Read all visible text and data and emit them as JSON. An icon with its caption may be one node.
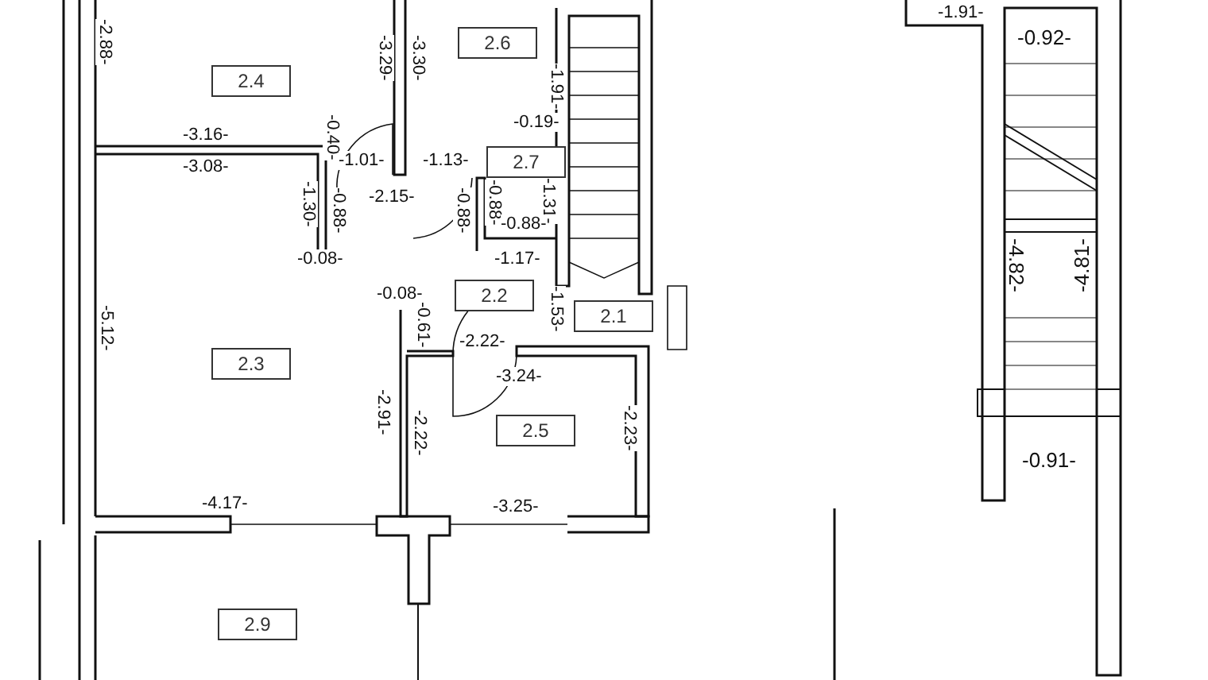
{
  "diagram": {
    "nodes": [
      {
        "text": [
          "2.4"
        ]
      },
      {
        "text": [
          "2.6"
        ]
      },
      {
        "text": [
          "2.7"
        ]
      },
      {
        "text": [
          "2.2"
        ]
      },
      {
        "text": [
          "2.1"
        ]
      },
      {
        "text": [
          "2.3"
        ]
      },
      {
        "text": [
          "2.5"
        ]
      },
      {
        "text": [
          "2.9"
        ]
      }
    ],
    "edges": [],
    "labels": [
      "-2.88-",
      "-3.29-",
      "-3.30-",
      "-1.91-",
      "-0.92-",
      "-1.91-",
      "-0.19-",
      "-3.16-",
      "-0.40-",
      "-3.08-",
      "-1.01-",
      "-1.13-",
      "-1.30-",
      "-0.88-",
      "-2.15-",
      "-0.88-",
      "-0.88-",
      "-1.31-",
      "-0.88-",
      "-0.08-",
      "-1.17-",
      "-4.82-",
      "-4.81-",
      "-0.08-",
      "-0.61-",
      "-1.53-",
      "-5.12-",
      "-2.22-",
      "-3.24-",
      "-2.91-",
      "-2.22-",
      "-2.23-",
      "-0.91-",
      "-4.17-",
      "-3.25-"
    ]
  }
}
